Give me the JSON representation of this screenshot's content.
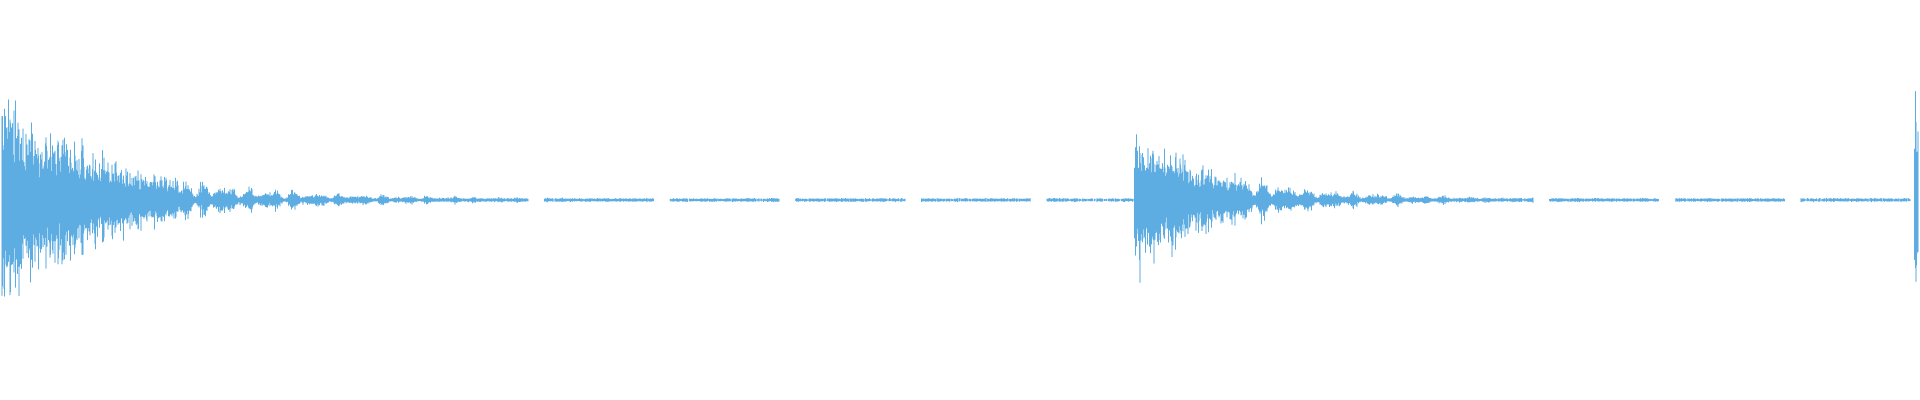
{
  "waveform": {
    "color": "#5dade2",
    "background": "#ffffff",
    "transients": [
      {
        "time": 0.0,
        "peak": 0.98,
        "decay": 0.05
      },
      {
        "time": 0.593,
        "peak": 0.6,
        "decay": 0.045
      },
      {
        "time": 1.0,
        "peak": 0.78,
        "decay": 0.03
      }
    ],
    "noise_floor": 0.015
  }
}
